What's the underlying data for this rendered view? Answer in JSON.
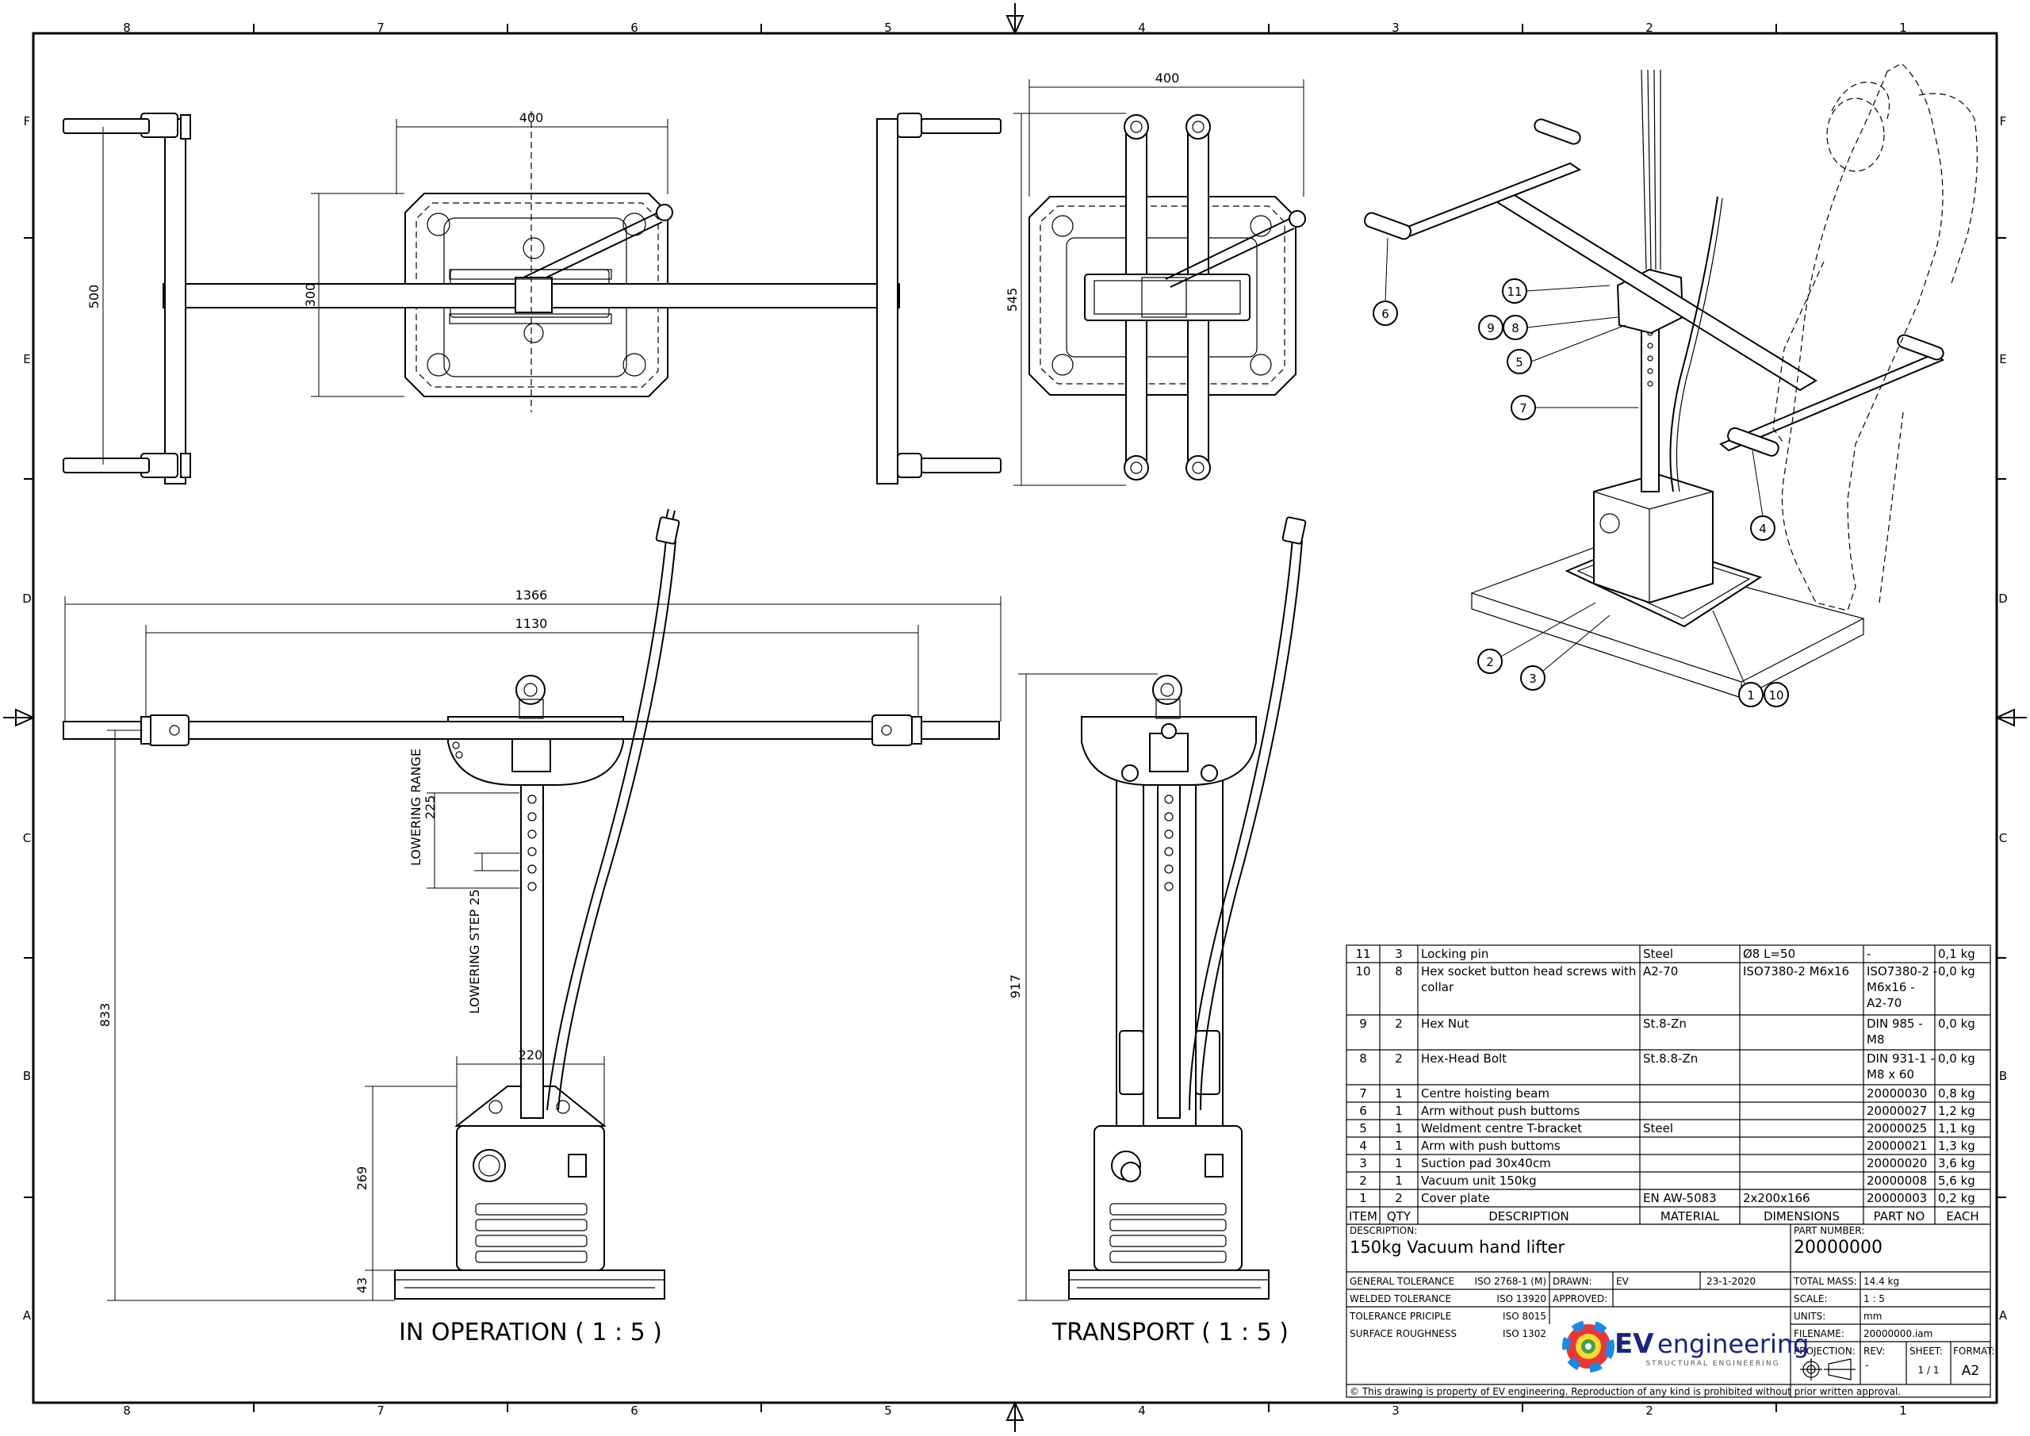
{
  "zone_columns": [
    "8",
    "7",
    "6",
    "5",
    "4",
    "3",
    "2",
    "1"
  ],
  "zone_rows": [
    "F",
    "E",
    "D",
    "C",
    "B",
    "A"
  ],
  "views": {
    "in_operation_label": "IN OPERATION ( 1 : 5 )",
    "transport_label": "TRANSPORT ( 1 : 5 )"
  },
  "dimensions": {
    "top_width_400": "400",
    "top_height_500": "500",
    "top_height_300": "300",
    "side_width_400": "400",
    "side_height_545": "545",
    "overall_1366": "1366",
    "arm_1130": "1130",
    "lowering_range": "LOWERING RANGE",
    "lowering_range_value": "225",
    "lowering_step": "LOWERING STEP 25",
    "height_833": "833",
    "base_220": "220",
    "height_269": "269",
    "height_43": "43",
    "height_917": "917"
  },
  "balloons": [
    "11",
    "9",
    "8",
    "6",
    "5",
    "7",
    "4",
    "2",
    "3",
    "1",
    "10"
  ],
  "bom": {
    "headers": [
      "ITEM",
      "QTY",
      "DESCRIPTION",
      "MATERIAL",
      "DIMENSIONS",
      "PART NO",
      "EACH"
    ],
    "rows": [
      {
        "item": "11",
        "qty": "3",
        "desc": "Locking pin",
        "material": "Steel",
        "dims": "Ø8  L=50",
        "part": "-",
        "each": "0,1 kg"
      },
      {
        "item": "10",
        "qty": "8",
        "desc": "Hex socket button head screws with collar",
        "material": "A2-70",
        "dims": "ISO7380-2  M6x16",
        "part": "ISO7380-2 - M6x16 - A2-70",
        "each": "0,0 kg"
      },
      {
        "item": "9",
        "qty": "2",
        "desc": "Hex Nut",
        "material": "St.8-Zn",
        "dims": "",
        "part": "DIN 985 - M8",
        "each": "0,0 kg"
      },
      {
        "item": "8",
        "qty": "2",
        "desc": "Hex-Head Bolt",
        "material": "St.8.8-Zn",
        "dims": "",
        "part": "DIN 931-1 - M8 x 60",
        "each": "0,0 kg"
      },
      {
        "item": "7",
        "qty": "1",
        "desc": "Centre hoisting beam",
        "material": "",
        "dims": "",
        "part": "20000030",
        "each": "0,8 kg"
      },
      {
        "item": "6",
        "qty": "1",
        "desc": "Arm without push buttoms",
        "material": "",
        "dims": "",
        "part": "20000027",
        "each": "1,2 kg"
      },
      {
        "item": "5",
        "qty": "1",
        "desc": "Weldment centre T-bracket",
        "material": "Steel",
        "dims": "",
        "part": "20000025",
        "each": "1,1 kg"
      },
      {
        "item": "4",
        "qty": "1",
        "desc": "Arm with push buttoms",
        "material": "",
        "dims": "",
        "part": "20000021",
        "each": "1,3 kg"
      },
      {
        "item": "3",
        "qty": "1",
        "desc": "Suction pad 30x40cm",
        "material": "",
        "dims": "",
        "part": "20000020",
        "each": "3,6 kg"
      },
      {
        "item": "2",
        "qty": "1",
        "desc": "Vacuum unit 150kg",
        "material": "",
        "dims": "",
        "part": "20000008",
        "each": "5,6 kg"
      },
      {
        "item": "1",
        "qty": "2",
        "desc": "Cover plate",
        "material": "EN AW-5083",
        "dims": "2x200x166",
        "part": "20000003",
        "each": "0,2 kg"
      }
    ]
  },
  "title_block": {
    "description_label": "DESCRIPTION:",
    "description": "150kg Vacuum hand lifter",
    "part_number_label": "PART NUMBER:",
    "part_number": "20000000",
    "general_tolerance_label": "GENERAL TOLERANCE",
    "general_tolerance": "ISO 2768-1 (M)",
    "welded_tolerance_label": "WELDED TOLERANCE",
    "welded_tolerance": "ISO 13920",
    "tolerance_principle_label": "TOLERANCE PRICIPLE",
    "tolerance_principle": "ISO 8015",
    "surface_roughness_label": "SURFACE ROUGHNESS",
    "surface_roughness": "ISO 1302",
    "drawn_label": "DRAWN:",
    "drawn": "EV",
    "date": "23-1-2020",
    "approved_label": "APPROVED:",
    "total_mass_label": "TOTAL MASS:",
    "total_mass": "14.4 kg",
    "scale_label": "SCALE:",
    "scale": "1 : 5",
    "units_label": "UNITS:",
    "units": "mm",
    "filename_label": "FILENAME:",
    "filename": "20000000.iam",
    "projection_label": "PROJECTION:",
    "rev_label": "REV:",
    "rev": "-",
    "sheet_label": "SHEET:",
    "sheet": "1 / 1",
    "format_label": "FORMAT:",
    "format": "A2",
    "logo_ev": "EV",
    "logo_engineering": "engineering",
    "logo_sub": "STRUCTURAL ENGINEERING",
    "copyright": "© This drawing is property of EV engineering. Reproduction of any kind is prohibited without prior written approval."
  }
}
